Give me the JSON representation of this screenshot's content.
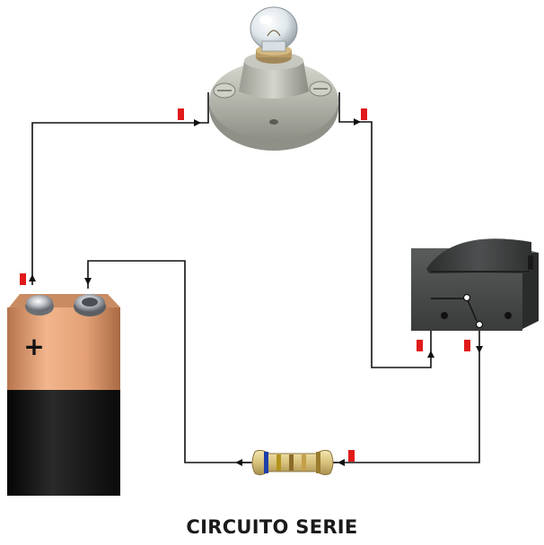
{
  "diagram": {
    "caption": "CIRCUITO SERIE",
    "battery_symbol": "+",
    "components": [
      {
        "id": "battery",
        "name": "battery-9v"
      },
      {
        "id": "lamp",
        "name": "light-bulb-in-socket"
      },
      {
        "id": "switch",
        "name": "rocker-switch"
      },
      {
        "id": "resistor",
        "name": "resistor"
      }
    ],
    "colors": {
      "wire": "#111111",
      "connector_marker": "#e01a1a",
      "battery_top": "#d9966a",
      "battery_body": "#151515",
      "socket": "#b9bab0",
      "switch_body": "#4a4c4c"
    }
  }
}
